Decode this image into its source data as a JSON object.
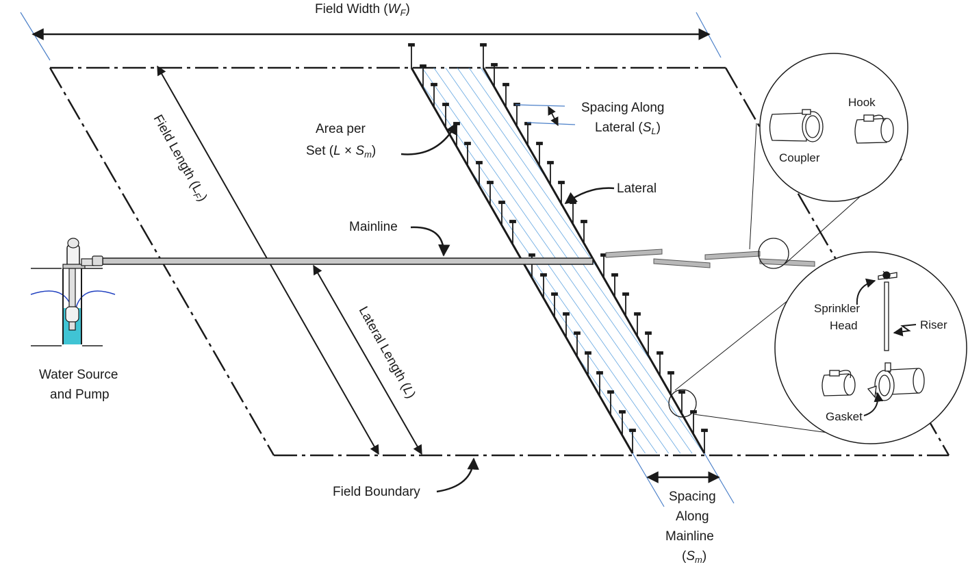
{
  "labels": {
    "field_width": "Field Width",
    "field_width_sym": "W",
    "field_width_sub": "F",
    "field_length": "Field Length",
    "field_length_sym": "L",
    "field_length_sub": "F",
    "lateral_length": "Lateral Length",
    "lateral_length_sym": "L",
    "area_line1": "Area per",
    "area_line2": "Set",
    "area_sym_l": "L",
    "area_times": "×",
    "area_sym_s": "S",
    "area_sub": "m",
    "spacing_lateral_line1": "Spacing Along",
    "spacing_lateral_line2": "Lateral",
    "spacing_lateral_sym": "S",
    "spacing_lateral_sub": "L",
    "lateral": "Lateral",
    "mainline": "Mainline",
    "water_source_line1": "Water Source",
    "water_source_line2": "and Pump",
    "field_boundary": "Field Boundary",
    "spacing_mainline_line1": "Spacing",
    "spacing_mainline_line2": "Along",
    "spacing_mainline_line3": "Mainline",
    "spacing_mainline_sym": "S",
    "spacing_mainline_sub": "m",
    "hook": "Hook",
    "coupler": "Coupler",
    "sprinkler_line1": "Sprinkler",
    "sprinkler_line2": "Head",
    "riser": "Riser",
    "gasket": "Gasket"
  },
  "colors": {
    "outline": "#1a1a1a",
    "hatch": "#3b8fd9",
    "pipe_fill": "#c8c8c8",
    "water": "#40c4d4",
    "blue_line": "#4a7fc8"
  }
}
